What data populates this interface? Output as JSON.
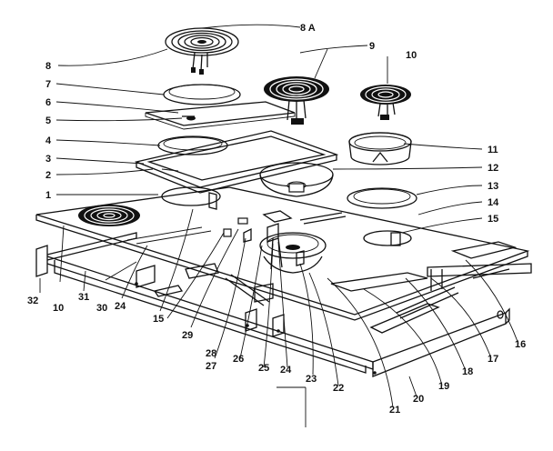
{
  "diagram": {
    "labels": {
      "l8a": "8 A",
      "l8": "8",
      "l9": "9",
      "l10a": "10",
      "l7": "7",
      "l6": "6",
      "l5": "5",
      "l4": "4",
      "l3": "3",
      "l2": "2",
      "l1": "1",
      "l11": "11",
      "l12": "12",
      "l13": "13",
      "l14": "14",
      "l15a": "15",
      "l32": "32",
      "l10b": "10",
      "l31": "31",
      "l30": "30",
      "l24a": "24",
      "l15b": "15",
      "l29": "29",
      "l28": "28",
      "l27": "27",
      "l26": "26",
      "l25": "25",
      "l24b": "24",
      "l23": "23",
      "l22": "22",
      "l21": "21",
      "l20": "20",
      "l19": "19",
      "l18": "18",
      "l17": "17",
      "l16": "16"
    }
  }
}
